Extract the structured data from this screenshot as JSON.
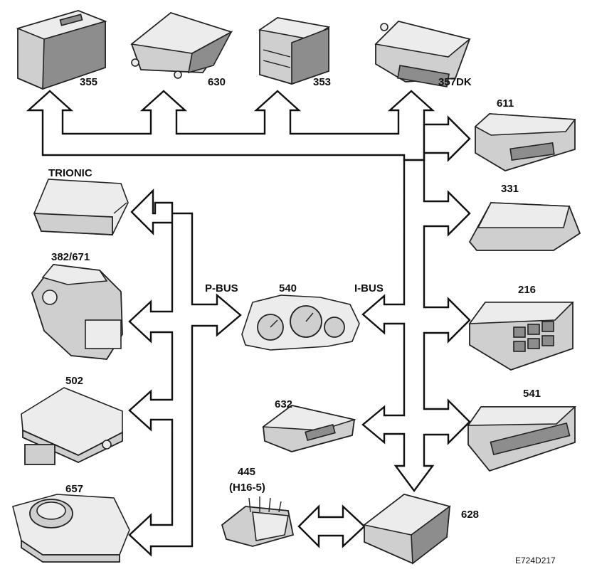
{
  "diagram": {
    "bus_labels": {
      "p_bus": "P-BUS",
      "i_bus": "I-BUS"
    },
    "modules": {
      "m355": "355",
      "m630": "630",
      "m353": "353",
      "m357dk": "357DK",
      "m611": "611",
      "m331": "331",
      "m216": "216",
      "m541": "541",
      "m628": "628",
      "m632": "632",
      "m540": "540",
      "trionic": "TRIONIC",
      "m382": "382/671",
      "m502": "502",
      "m657": "657",
      "m445_line1": "445",
      "m445_line2": "(H16-5)"
    },
    "figure_code": "E724D217"
  }
}
